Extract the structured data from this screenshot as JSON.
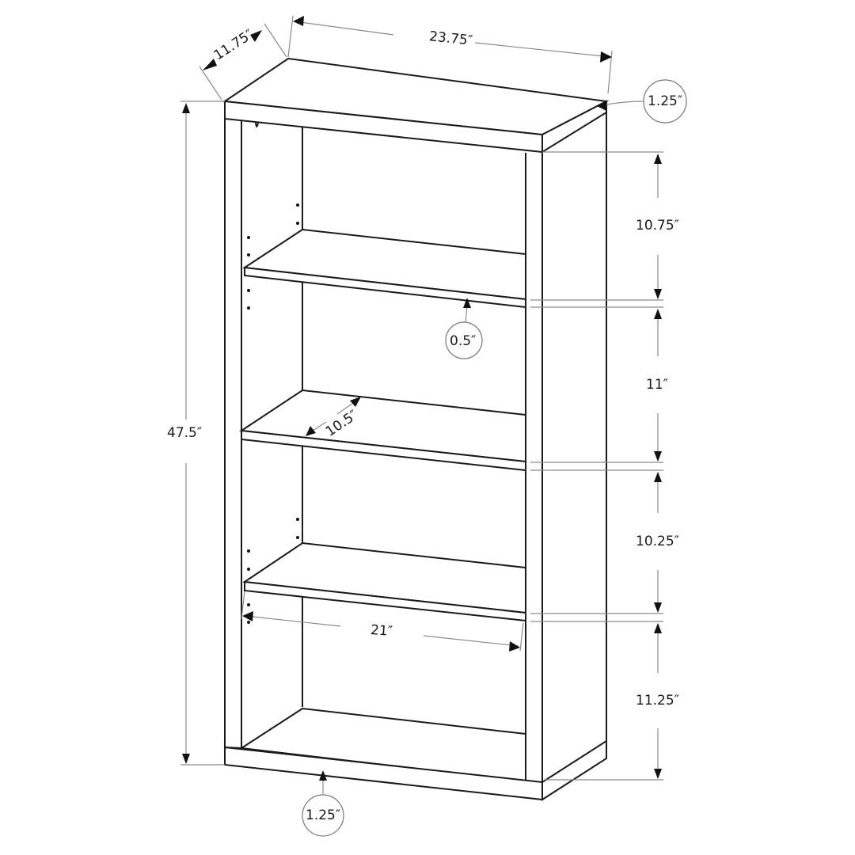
{
  "diagram": {
    "subject": "4-shelf bookcase dimension drawing",
    "line_color": "#1a1a1a",
    "dimension_line_color": "#8a8a8a",
    "background": "#ffffff"
  },
  "dimensions": {
    "depth": "11.75″",
    "width": "23.75″",
    "top_thickness": "1.25″",
    "overall_height": "47.5″",
    "gap_1": "10.75″",
    "shelf_thickness": "0.5″",
    "gap_2": "11″",
    "shelf_depth": "10.5″",
    "gap_3": "10.25″",
    "inner_width": "21″",
    "gap_4": "11.25″",
    "base_thickness": "1.25″"
  }
}
